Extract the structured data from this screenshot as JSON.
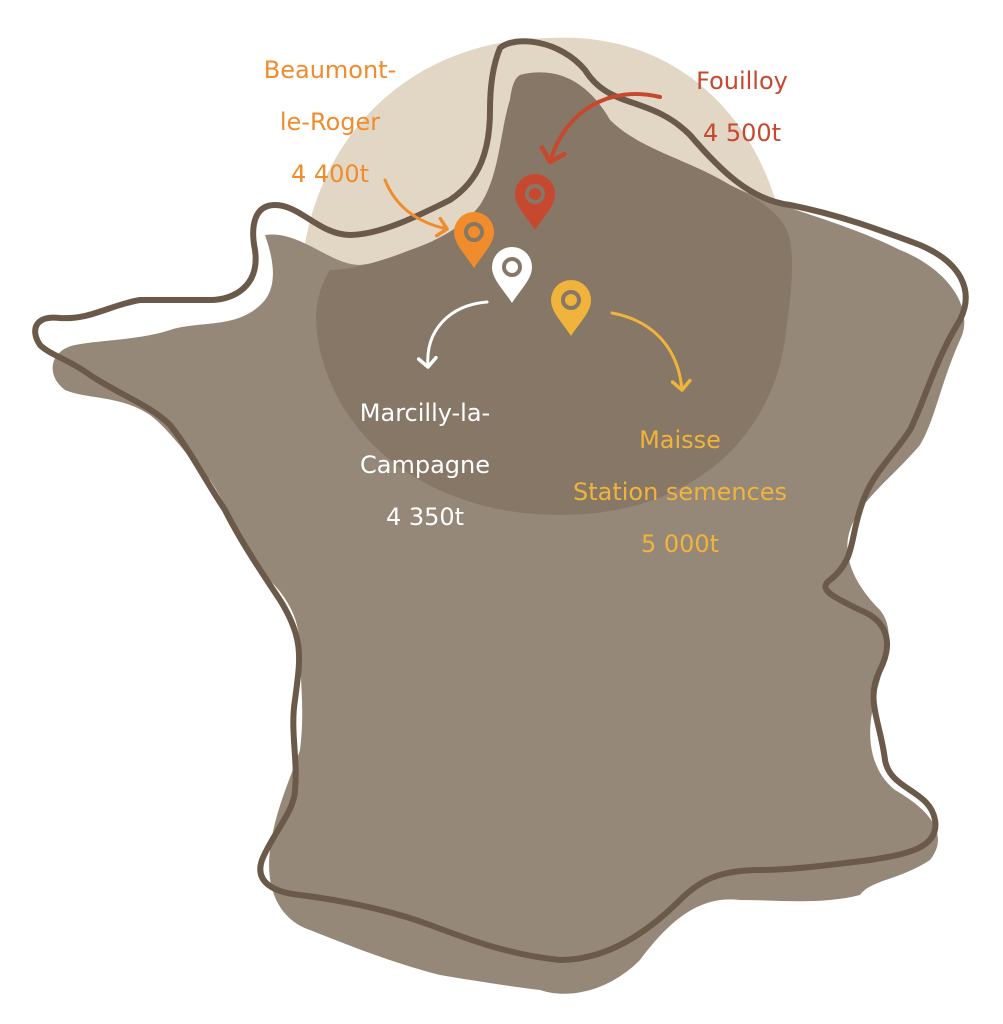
{
  "colors": {
    "land": "#958878",
    "land_dark": "#877767",
    "highlight_circle": "#e2d6c5",
    "outline": "#6b5a4a",
    "beaumont": "#f08c2c",
    "fouilloy": "#c6492f",
    "marcilly": "#ffffff",
    "maisse": "#f0b43c"
  },
  "sites": [
    {
      "id": "beaumont",
      "name_lines": [
        "Beaumont-",
        "le-Roger"
      ],
      "quantity": "4 400t",
      "pin_icon": "location-pin-icon"
    },
    {
      "id": "fouilloy",
      "name_lines": [
        "Fouilloy"
      ],
      "quantity": "4 500t",
      "pin_icon": "location-pin-icon"
    },
    {
      "id": "marcilly",
      "name_lines": [
        "Marcilly-la-",
        "Campagne"
      ],
      "quantity": "4 350t",
      "pin_icon": "location-pin-icon"
    },
    {
      "id": "maisse",
      "name_lines": [
        "Maisse",
        "Station semences"
      ],
      "quantity": "5 000t",
      "pin_icon": "location-pin-icon"
    }
  ]
}
